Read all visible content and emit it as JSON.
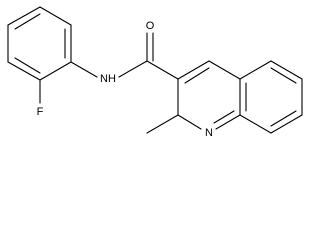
{
  "molecule": {
    "atom_labels": {
      "oxygen": "O",
      "amide_nitrogen": "NH",
      "fluorine": "F",
      "ring_nitrogen": "N"
    }
  }
}
